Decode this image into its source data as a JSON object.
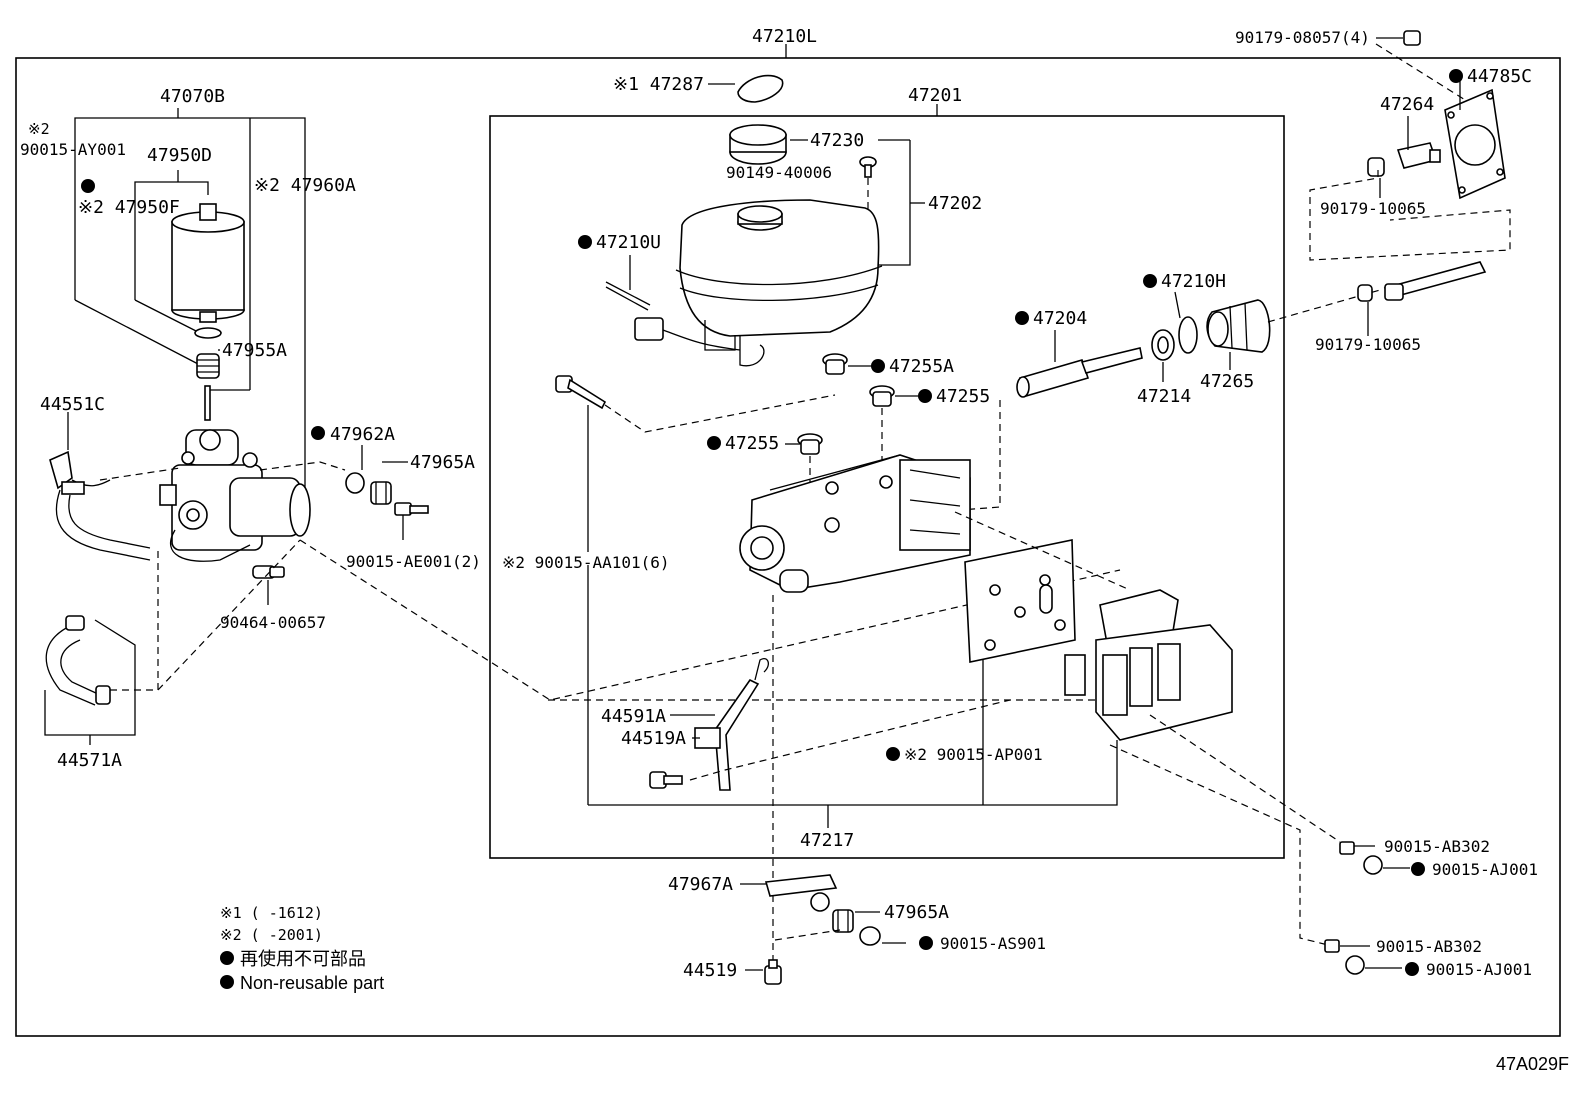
{
  "diagram_id": "47A029F",
  "callouts": {
    "assy": "47210L",
    "c_47287": "※1 47287",
    "c_47201": "47201",
    "c_47230": "47230",
    "c_90149": "90149-40006",
    "c_47202": "47202",
    "c_47210U": "47210U",
    "c_47204": "47204",
    "c_47210H": "47210H",
    "c_47214": "47214",
    "c_47265": "47265",
    "c_47255A": "47255A",
    "c_47255_a": "47255",
    "c_47255_b": "47255",
    "c_90015AA101": "※2 90015-AA101(6)",
    "c_47070B": "47070B",
    "c_90015AY001_mark": "※2",
    "c_90015AY001": "90015-AY001",
    "c_47950D": "47950D",
    "c_47950F": "※2 47950F",
    "c_47960A": "※2 47960A",
    "c_47955A": "47955A",
    "c_44551C": "44551C",
    "c_47962A": "47962A",
    "c_47965A_top": "47965A",
    "c_90015AE001": "90015-AE001(2)",
    "c_90464": "90464-00657",
    "c_44571A": "44571A",
    "c_44591A": "44591A",
    "c_44519A": "44519A",
    "c_90015AP001": "※2 90015-AP001",
    "c_47217": "47217",
    "c_47967A": "47967A",
    "c_47965A_bot": "47965A",
    "c_90015AS901": "90015-AS901",
    "c_44519": "44519",
    "c_90179_08057": "90179-08057(4)",
    "c_44785C": "44785C",
    "c_47264": "47264",
    "c_90179_10065_a": "90179-10065",
    "c_90179_10065_b": "90179-10065",
    "c_90015AB302_a": "90015-AB302",
    "c_90015AJ001_a": "90015-AJ001",
    "c_90015AB302_b": "90015-AB302",
    "c_90015AJ001_b": "90015-AJ001"
  },
  "legend": {
    "note1": "※1 (      -1612)",
    "note2": "※2 (      -2001)",
    "jp": "再使用不可部品",
    "en": "Non-reusable part"
  }
}
